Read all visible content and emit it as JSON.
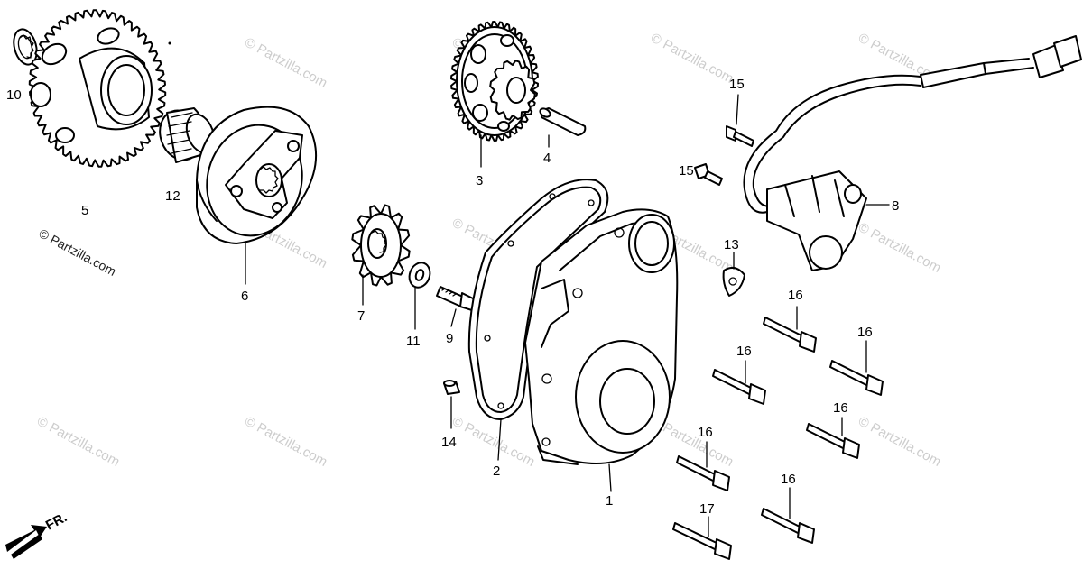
{
  "diagram": {
    "watermark_text": "© Partzilla.com",
    "front_indicator": "FR.",
    "callouts": [
      "1",
      "2",
      "3",
      "4",
      "5",
      "6",
      "7",
      "8",
      "9",
      "10",
      "11",
      "12",
      "13",
      "14",
      "15",
      "15",
      "16",
      "16",
      "16",
      "16",
      "16",
      "16",
      "17"
    ]
  }
}
